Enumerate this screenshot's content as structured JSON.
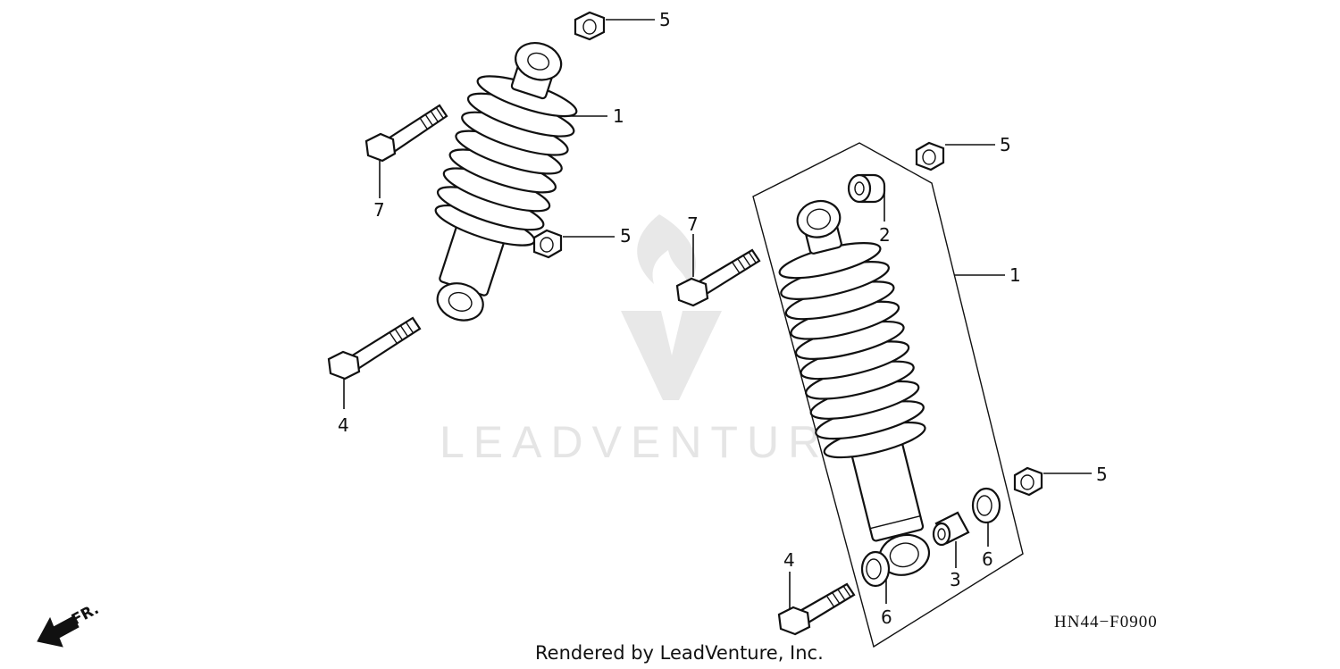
{
  "watermark": {
    "text": "LEADVENTURE"
  },
  "diagram_code": "HN44−F0900",
  "credit": "Rendered by LeadVenture, Inc.",
  "direction_label": "FR.",
  "callouts": {
    "left_shock": "1",
    "left_upper_nut": "5",
    "left_mid_nut": "5",
    "left_upper_bolt": "7",
    "left_lower_bolt": "4",
    "right_shock": "1",
    "right_bushing": "2",
    "right_top_nut": "5",
    "right_upper_bolt": "7",
    "right_lower_nut": "5",
    "right_collar": "3",
    "right_seal_upper": "6",
    "right_seal_lower": "6",
    "right_lower_bolt": "4"
  }
}
